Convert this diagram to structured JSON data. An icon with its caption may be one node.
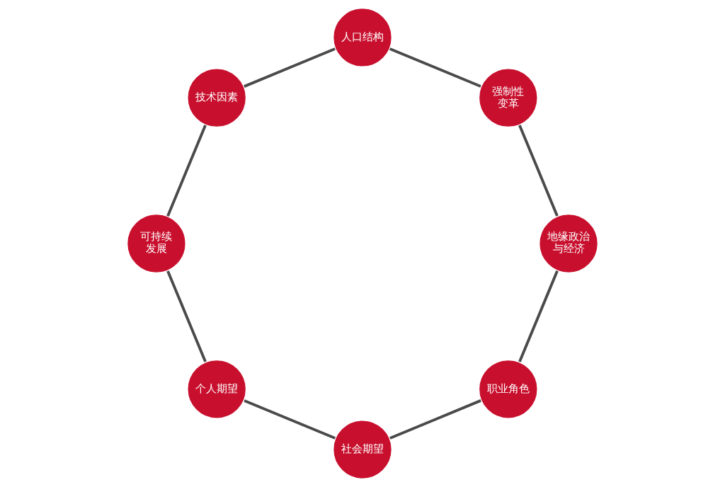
{
  "diagram": {
    "nodes": [
      {
        "text": [
          "职业角色"
        ]
      },
      {
        "text": [
          "社会期望"
        ]
      },
      {
        "text": [
          "个人期望"
        ]
      },
      {
        "text": [
          "可持续发展"
        ]
      },
      {
        "text": [
          "技术因素"
        ]
      },
      {
        "text": [
          "人口结构"
        ]
      },
      {
        "text": [
          "强制性变革"
        ]
      },
      {
        "text": [
          "地缘政治与经济"
        ]
      }
    ],
    "edges": [
      {
        "from": 0,
        "to": 1,
        "arrow": "none"
      },
      {
        "from": 1,
        "to": 2,
        "arrow": "none"
      },
      {
        "from": 2,
        "to": 3,
        "arrow": "none"
      },
      {
        "from": 3,
        "to": 4,
        "arrow": "none"
      },
      {
        "from": 4,
        "to": 5,
        "arrow": "none"
      },
      {
        "from": 5,
        "to": 6,
        "arrow": "none"
      },
      {
        "from": 6,
        "to": 7,
        "arrow": "none"
      },
      {
        "from": 7,
        "to": 0,
        "arrow": "none"
      }
    ]
  }
}
